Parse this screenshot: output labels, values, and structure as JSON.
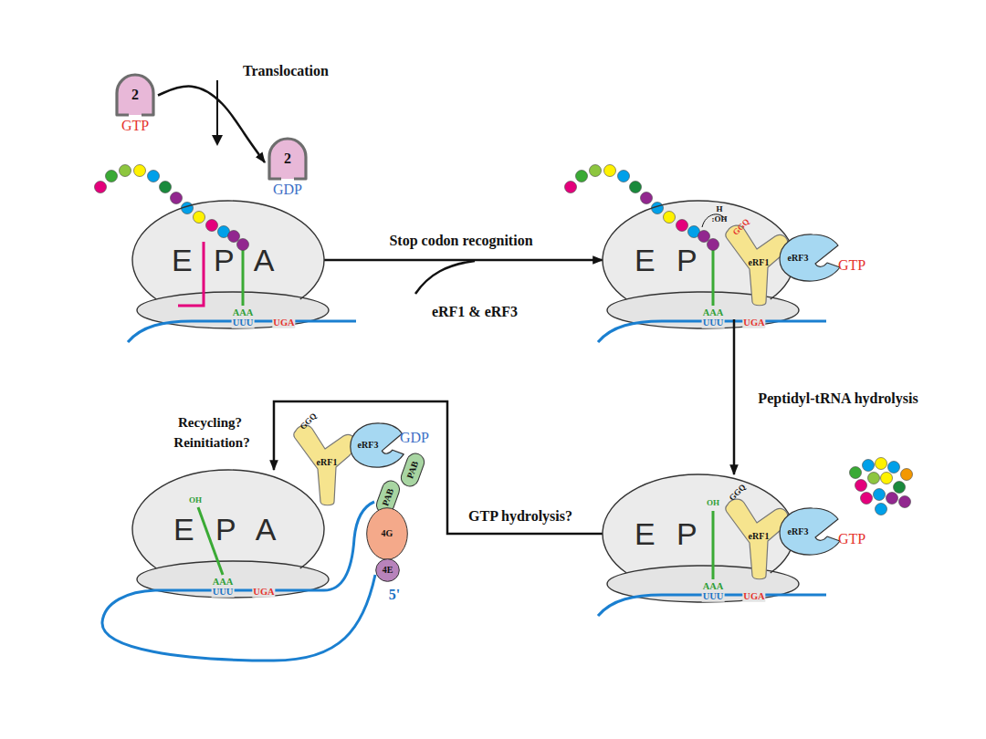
{
  "diagram": {
    "nodes": [
      {
        "text": [
          "2",
          "GTP"
        ]
      },
      {
        "text": [
          "2",
          "GDP"
        ]
      },
      {
        "text": [
          "E P A"
        ]
      },
      {
        "text": [
          "E P"
        ]
      },
      {
        "text": [
          "eRF1"
        ]
      },
      {
        "text": [
          "eRF3",
          "GTP"
        ]
      },
      {
        "text": [
          "E P"
        ]
      },
      {
        "text": [
          "eRF1"
        ]
      },
      {
        "text": [
          "eRF3",
          "GTP"
        ]
      },
      {
        "text": [
          "E P A"
        ]
      },
      {
        "text": [
          "eRF1"
        ]
      },
      {
        "text": [
          "eRF3",
          "GDP"
        ]
      },
      {
        "text": [
          "PAB"
        ]
      },
      {
        "text": [
          "PAB"
        ]
      },
      {
        "text": [
          "4G"
        ]
      },
      {
        "text": [
          "4E"
        ]
      }
    ],
    "edges": [
      {
        "from": 0,
        "to": 1,
        "label": "Translocation",
        "arrow": "to"
      },
      {
        "from": 2,
        "to": 3,
        "label": "Stop codon recognition",
        "arrow": "to"
      },
      {
        "from": 3,
        "to": 6,
        "label": "Peptidyl-tRNA hydrolysis",
        "arrow": "to"
      },
      {
        "from": 6,
        "to": 9,
        "label": "GTP hydrolysis?",
        "arrow": "to"
      }
    ],
    "labels": [
      "eRF1 & eRF3",
      "AAA",
      "UUU",
      "UGA",
      "H",
      ":OH",
      "GGQ",
      "AAA",
      "UUU",
      "UGA",
      "OH",
      "GGQ",
      "AAA",
      "UUU",
      "UGA",
      "Recycling?",
      "Reinitiation?",
      "OH",
      "GGQ",
      "AAA",
      "UUU",
      "UGA",
      "5'"
    ]
  }
}
